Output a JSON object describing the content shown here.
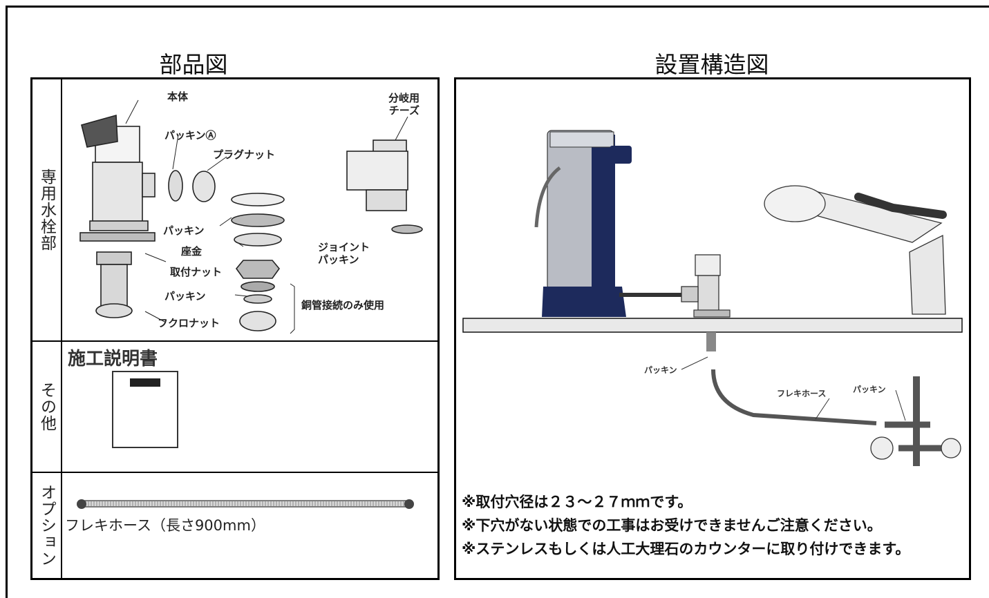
{
  "headings": {
    "parts": "部品図",
    "install": "設置構造図"
  },
  "parts": {
    "row1": {
      "label": "専用水栓部",
      "callouts": {
        "body": "本体",
        "branch_tee": "分岐用\nチーズ",
        "packing_a": "パッキンⒶ",
        "plug_nut": "プラグナット",
        "packing": "パッキン",
        "washer": "座金",
        "mount_nut": "取付ナット",
        "joint_packing": "ジョイント\nパッキン",
        "packing2": "パッキン",
        "copper_only": "銅管接続のみ使用",
        "fukuro_nut": "フクロナット"
      }
    },
    "row2": {
      "label": "その他",
      "manual_title": "施工説明書"
    },
    "row3": {
      "label": "オプション",
      "hose_caption": "フレキホース（長さ900mm）"
    }
  },
  "install": {
    "callouts": {
      "packing_left": "パッキン",
      "flex_hose": "フレキホース",
      "packing_right": "パッキン"
    },
    "notes": [
      "※取付穴径は２３～２７ｍｍです。",
      "※下穴がない状態での工事はお受けできませんご注意ください。",
      "※ステンレスもしくは人工大理石のカウンターに取り付けできます。"
    ]
  },
  "colors": {
    "purifier_navy": "#1d2a5c",
    "steel": "#b9bcc4",
    "line": "#000000"
  }
}
